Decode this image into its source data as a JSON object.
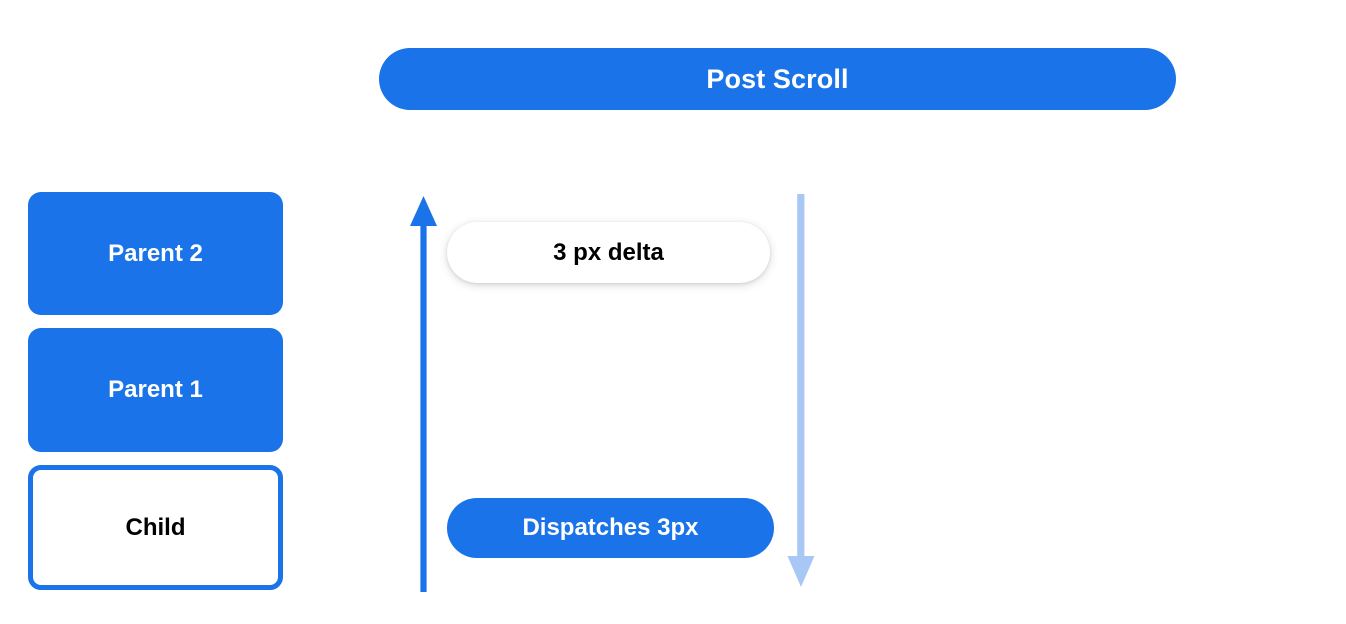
{
  "colors": {
    "accent_blue": "#1a73e8",
    "light_blue": "#a8c7f5",
    "surface_white": "#ffffff",
    "text_dark": "#000000"
  },
  "header": {
    "title": "Post Scroll"
  },
  "box_stack": {
    "items": [
      {
        "label": "Parent 2",
        "style": "filled"
      },
      {
        "label": "Parent 1",
        "style": "filled"
      },
      {
        "label": "Child",
        "style": "outlined"
      }
    ]
  },
  "flow": {
    "up_arrow": {
      "icon": "arrow-up-icon",
      "color": "#1a73e8",
      "direction": "up"
    },
    "down_arrow": {
      "icon": "arrow-down-icon",
      "color": "#a8c7f5",
      "direction": "down"
    },
    "delta_pill": {
      "label": "3 px delta",
      "style": "white"
    },
    "dispatch_pill": {
      "label": "Dispatches 3px",
      "style": "blue"
    }
  }
}
